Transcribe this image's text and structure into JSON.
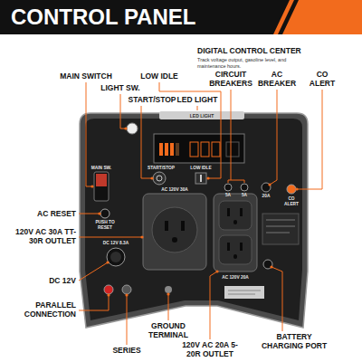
{
  "diagram": {
    "title": "CONTROL PANEL",
    "labels": [
      "DIGITAL CONTROL CENTER",
      "Track voltage output, gasoline level, and maintenance hours.",
      "MAIN SWITCH",
      "LIGHT SW.",
      "LOW IDLE",
      "START/STOP",
      "LED LIGHT",
      "CIRCUIT BREAKERS",
      "AC BREAKER",
      "CO ALERT",
      "AC RESET",
      "120V AC 30A TT-30R OUTLET",
      "DC 12V",
      "PARALLEL CONNECTION",
      "GROUND TERMINAL",
      "SERIES",
      "120V AC 20A 5-20R OUTLET",
      "BATTERY CHARGING PORT",
      "LED LIGHT",
      "MAIN SW.",
      "START/STOP",
      "LOW IDLE",
      "5A",
      "5A",
      "20A",
      "CO ALERT",
      "PUSH TO RESET",
      "AC 120V 30A",
      "DC 12V 8.3A",
      "AC 120V 20A"
    ]
  }
}
